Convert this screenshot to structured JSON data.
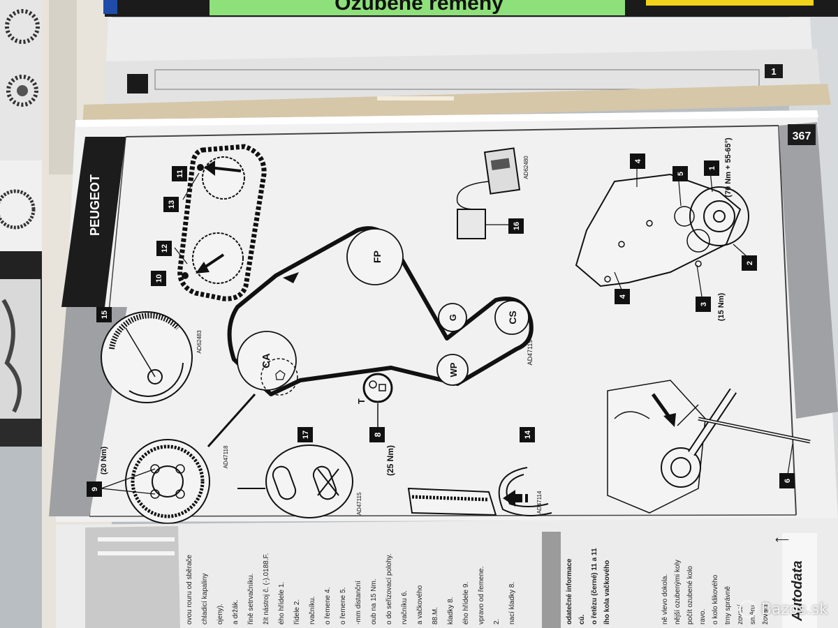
{
  "cover": {
    "title": "Ozubené řemeny"
  },
  "page": {
    "number": "367",
    "brand": "PEUGEOT",
    "top_tab": "1"
  },
  "labels": {
    "fp": "FP",
    "g": "G",
    "cs": "CS",
    "wp": "WP",
    "ca": "CA",
    "t": "T",
    "n1": "1",
    "n2": "2",
    "n3": "3",
    "n4": "4",
    "n5": "5",
    "n6": "6",
    "n8": "8",
    "n9": "9",
    "n10": "10",
    "n11": "11",
    "n12": "12",
    "n13": "13",
    "n14": "14",
    "n15": "15",
    "n16": "16",
    "n17": "17"
  },
  "torques": {
    "t1": "(70 Nm + 55-65°)",
    "t3": "(15 Nm)",
    "t8": "(25 Nm)",
    "t9": "(20 Nm)"
  },
  "codes": {
    "main": "AD47119",
    "c15": "AD62483",
    "c16": "AD62480",
    "c9": "AD47118",
    "c14": "AD47114",
    "c17": "AD47115"
  },
  "bottom_page": {
    "lines": [
      "ovou rouru od sběrače",
      "chladicí kapaliny",
      "ojeny).",
      "a držák.",
      "řině setrvačníku.",
      "žít nástroj č. (-).0188.F.",
      "ého hřídele 1.",
      "řídele 2.",
      "rvačníku.",
      "o řemene 4.",
      "o řemene 5.",
      "-mm distanční",
      "oub na 15 Nm.",
      "o do seřizovací polohy.",
      "rvačníku 6.",
      "a vačkového",
      "88.M.",
      "kladky 8.",
      "ého hřídele 9.",
      "vpravo od řemene.",
      "2.",
      "nací kladky 8."
    ],
    "right_lines": [
      "odatečné informace",
      "cú.",
      "o řetězu (černé) 11 a 11",
      "ího kola vačkového"
    ],
    "far_lines": [
      "ně vlevo dokola.",
      "nější ozubenými koly",
      "počít ozubené kolo",
      "ravo.",
      "o kolo klikového",
      "trny správně",
      "zovací",
      "směru",
      "žovací"
    ],
    "logo": "Autodata"
  },
  "watermark": "Bazos.sk"
}
